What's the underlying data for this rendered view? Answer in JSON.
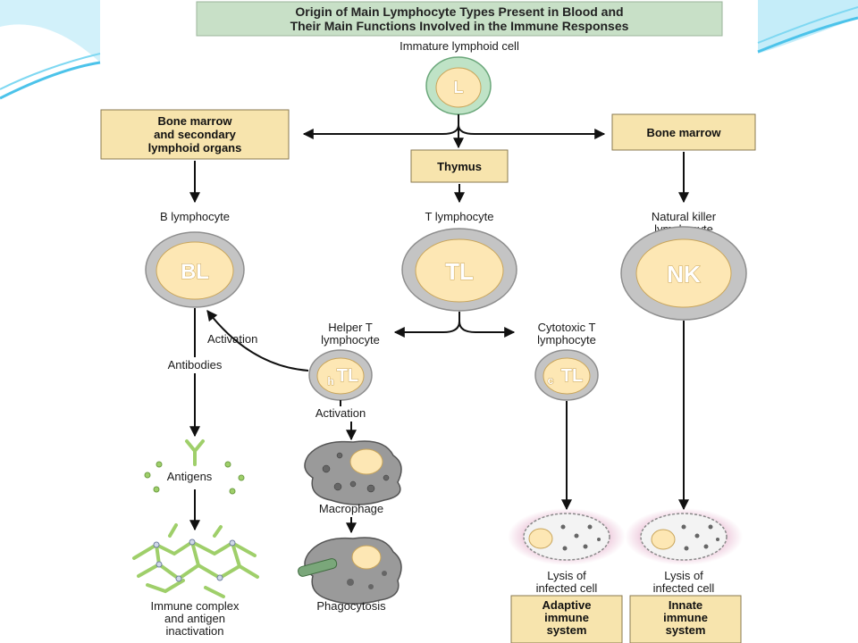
{
  "title": {
    "line1": "Origin of Main Lymphocyte Types Present in Blood and",
    "line2": "Their Main Functions Involved in the Immune Responses"
  },
  "nodes": {
    "immature_label": "Immature lymphoid cell",
    "immature_letter": "L",
    "box_bm_secondary": [
      "Bone marrow",
      "and secondary",
      "lymphoid organs"
    ],
    "box_thymus": "Thymus",
    "box_bone_marrow": "Bone marrow",
    "b_label": "B lymphocyte",
    "t_label": "T lymphocyte",
    "nk_label": [
      "Natural killer",
      "lymphocyte"
    ],
    "b_cell": "BL",
    "t_cell": "TL",
    "nk_cell": "NK",
    "helper_label": [
      "Helper T",
      "lymphocyte"
    ],
    "cytotoxic_label": [
      "Cytotoxic T",
      "lymphocyte"
    ],
    "h_sub": "h",
    "h_main": "TL",
    "c_sub": "c",
    "c_main": "TL",
    "activation_left": "Activation",
    "activation_down": "Activation",
    "antibodies": "Antibodies",
    "antigens": "Antigens",
    "macrophage": "Macrophage",
    "immune_complex": [
      "Immune complex",
      "and antigen",
      "inactivation"
    ],
    "phagocytosis": "Phagocytosis",
    "lysis_left": [
      "Lysis of",
      "infected cell"
    ],
    "lysis_right": [
      "Lysis of",
      "infected cell"
    ],
    "adaptive": [
      "Adaptive",
      "immune",
      "system"
    ],
    "innate": [
      "Innate",
      "immune",
      "system"
    ]
  },
  "colors": {
    "box_fill": "#f7e4ad",
    "title_fill": "#c8e0c7",
    "cell_ring": "#c4c4c4",
    "cell_core": "#fde7b4",
    "immature_ring": "#bfe3c6",
    "antibody_green": "#9fcf6a",
    "macrophage_gray": "#9a9a9a",
    "lysis_pink": "#e7b6cf",
    "decor_blue": "#4cc3ea"
  }
}
